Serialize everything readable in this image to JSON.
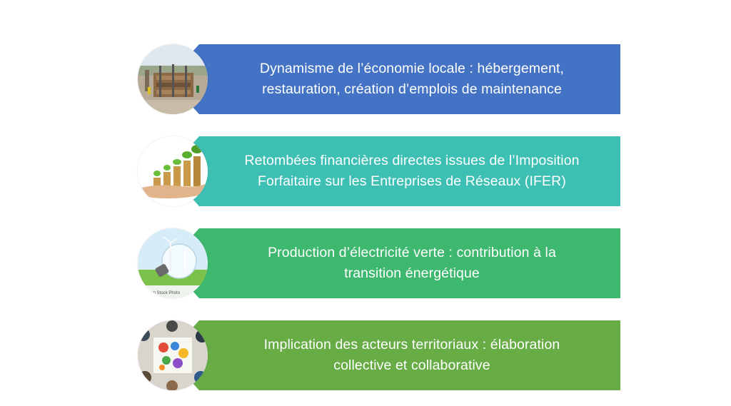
{
  "items": [
    {
      "line1": "Dynamisme de l’économie locale  : hébergement,",
      "line2": "restauration, création d’emplois de maintenance",
      "color": "#4472C4",
      "icon": "construction-site-image"
    },
    {
      "line1": "Retombées financières directes issues de l’Imposition",
      "line2": "Forfaitaire sur les Entreprises de Réseaux (IFER)",
      "color": "#3EBFB4",
      "icon": "coins-plant-hand-image"
    },
    {
      "line1": "Production d’électricité verte : contribution à la",
      "line2": "transition énergétique",
      "color": "#3DB86E",
      "icon": "wind-turbine-bulb-image"
    },
    {
      "line1": "Implication des acteurs territoriaux : élaboration",
      "line2": "collective et collaborative",
      "color": "#67AC45",
      "icon": "collaboration-gears-image"
    }
  ],
  "watermark": "Can Stock Photo"
}
